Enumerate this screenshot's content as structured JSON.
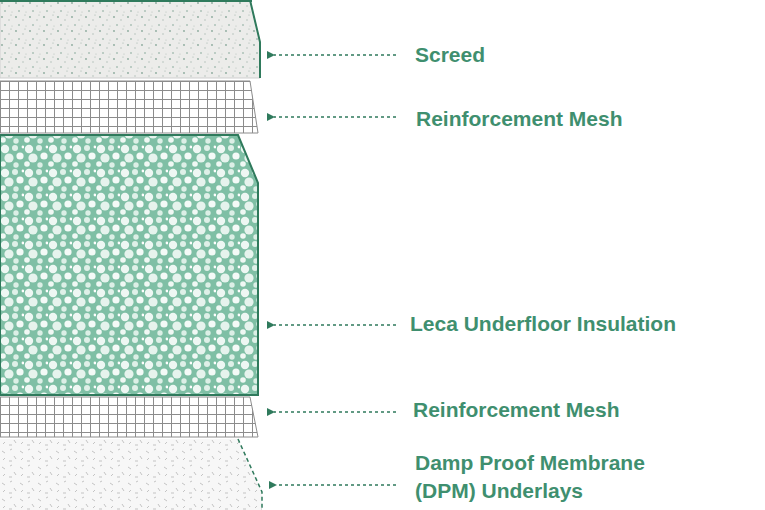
{
  "diagram": {
    "labels": [
      "Screed",
      "Reinforcement Mesh",
      "Leca Underfloor Insulation",
      "Reinforcement Mesh",
      "Damp Proof Membrane (DPM) Underlays"
    ]
  }
}
